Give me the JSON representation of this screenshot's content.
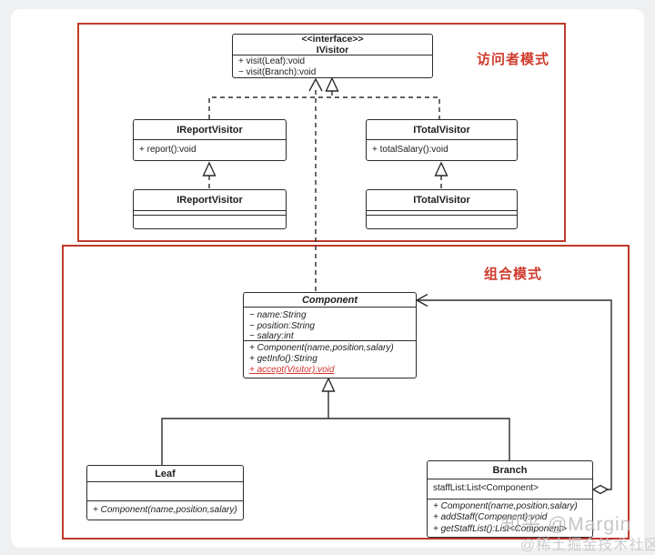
{
  "page": {
    "watermark_line1": "知乎 @Margin",
    "watermark_line2": "@稀土掘金技术社区"
  },
  "colors": {
    "group_border_red": "#c0392b",
    "group_label_red": "#cf3a2c",
    "highlight_method_red": "#d23430",
    "box_border": "#2c2c2c"
  },
  "groups": {
    "visitor": {
      "label": "访问者模式"
    },
    "composite": {
      "label": "组合模式"
    }
  },
  "classes": {
    "ivisitor": {
      "stereotype": "<<interface>>",
      "name": "IVisitor",
      "methods": [
        "+ visit(Leaf):void",
        "− visit(Branch):void"
      ]
    },
    "ireport_visitor": {
      "name": "IReportVisitor",
      "methods": [
        "+ report():void"
      ]
    },
    "itotal_visitor": {
      "name": "ITotalVisitor",
      "methods": [
        "+ totalSalary():void"
      ]
    },
    "ireport_visitor_impl": {
      "name": "IReportVisitor"
    },
    "itotal_visitor_impl": {
      "name": "ITotalVisitor"
    },
    "component": {
      "name": "Component",
      "attributes": [
        "− name:String",
        "− position:String",
        "− salary:int"
      ],
      "methods": [
        "+ Component(name,position,salary)",
        "+ getInfo():String"
      ],
      "highlight_method": "+ accept(Visitor):void"
    },
    "leaf": {
      "name": "Leaf",
      "methods": [
        "+ Component(name,position,salary)"
      ]
    },
    "branch": {
      "name": "Branch",
      "attributes": [
        "staffList:List<Component>"
      ],
      "methods": [
        "+ Component(name,position,salary)",
        "+ addStaff(Component):void",
        "+ getStaffList():List<Component>"
      ]
    }
  }
}
